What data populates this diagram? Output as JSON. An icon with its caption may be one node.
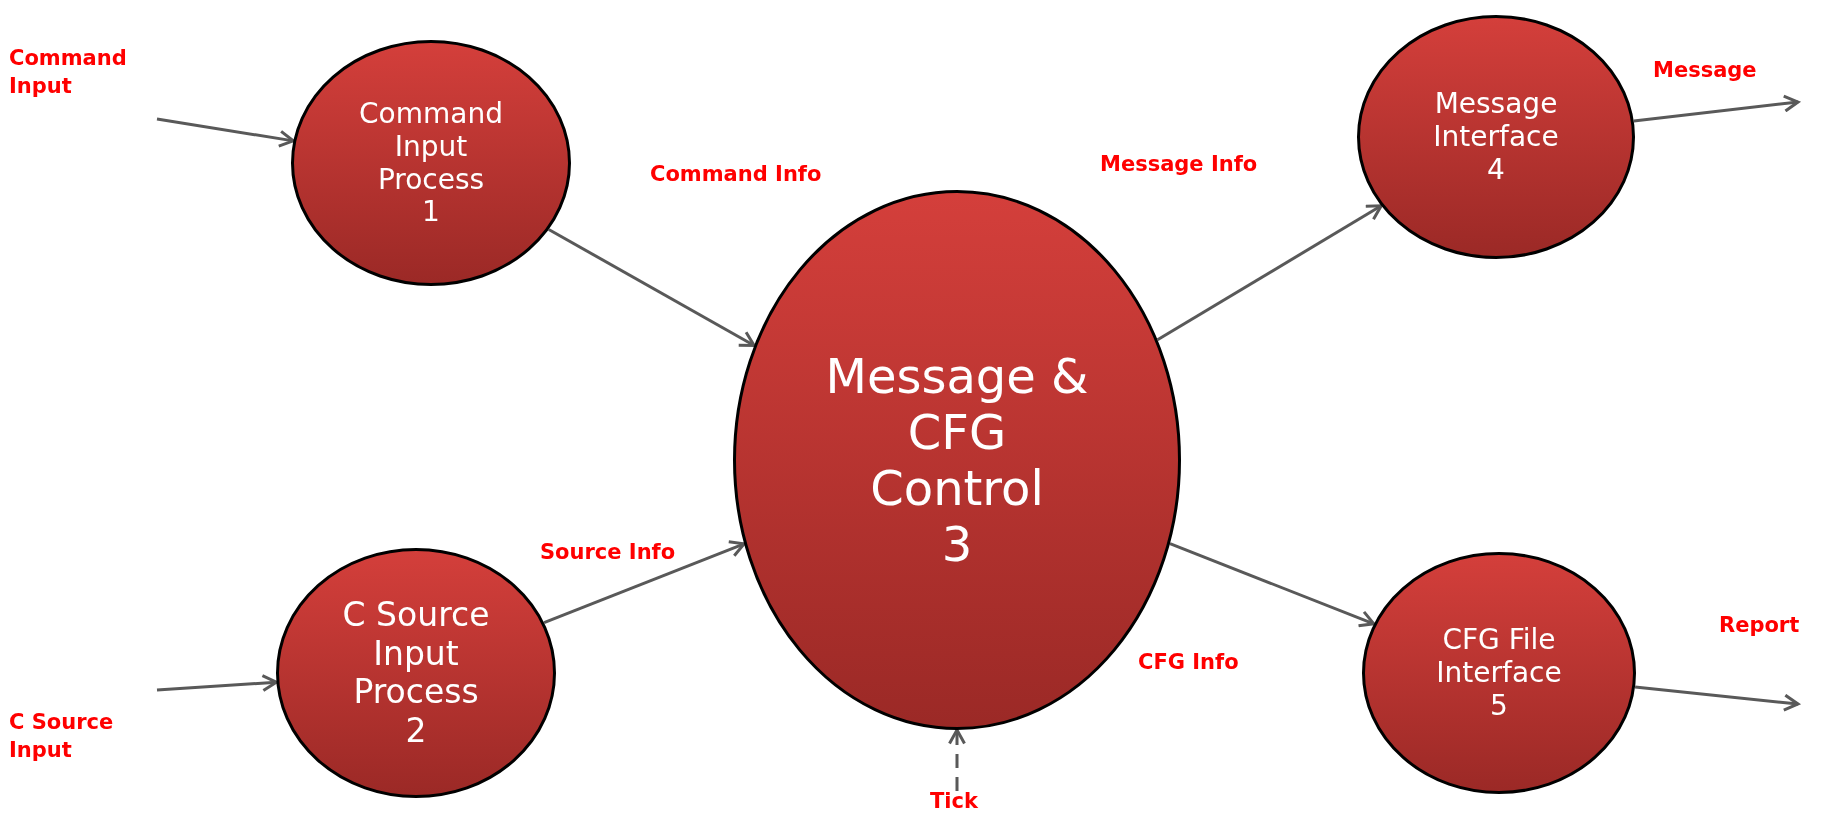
{
  "diagram": {
    "nodes": [
      {
        "text": [
          "Command Input Process 1"
        ]
      },
      {
        "text": [
          "C Source Input Process 2"
        ]
      },
      {
        "text": [
          "Message & CFG Control 3"
        ]
      },
      {
        "text": [
          "Message Interface 4"
        ]
      },
      {
        "text": [
          "CFG File Interface 5"
        ]
      }
    ],
    "edges": [
      {
        "from": null,
        "to": 0,
        "arrow": "to",
        "label": "Command Input"
      },
      {
        "from": 0,
        "to": 2,
        "arrow": "to",
        "label": "Command Info"
      },
      {
        "from": null,
        "to": 1,
        "arrow": "to",
        "label": "C Source Input"
      },
      {
        "from": 1,
        "to": 2,
        "arrow": "to",
        "label": "Source Info"
      },
      {
        "from": 2,
        "to": 3,
        "arrow": "to",
        "label": "Message Info"
      },
      {
        "from": 3,
        "to": null,
        "arrow": "to",
        "label": "Message"
      },
      {
        "from": 2,
        "to": 4,
        "arrow": "to",
        "label": "CFG Info"
      },
      {
        "from": 4,
        "to": null,
        "arrow": "to",
        "label": "Report"
      },
      {
        "from": null,
        "to": 2,
        "arrow": "to",
        "label": "Tick",
        "style": "dashed"
      }
    ]
  }
}
